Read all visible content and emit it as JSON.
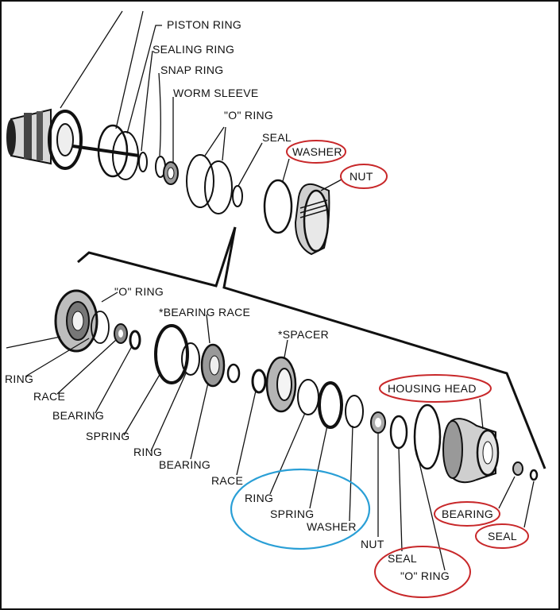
{
  "upper_labels": {
    "piston_ring": "PISTON RING",
    "sealing_ring": "SEALING RING",
    "snap_ring": "SNAP RING",
    "worm_sleeve": "WORM SLEEVE",
    "o_ring": "\"O\" RING",
    "seal": "SEAL",
    "washer": "WASHER",
    "nut": "NUT"
  },
  "lower_labels": {
    "o_ring_top": "\"O\" RING",
    "bearing_race": "*BEARING RACE",
    "spacer": "*SPACER",
    "ring_1": "RING",
    "race_1": "RACE",
    "bearing_1": "BEARING",
    "spring_1": "SPRING",
    "ring_2": "RING",
    "bearing_2": "BEARING",
    "race_2": "RACE",
    "ring_3": "RING",
    "spring_2": "SPRING",
    "washer_2": "WASHER",
    "nut_2": "NUT",
    "seal_2": "SEAL",
    "o_ring_2": "\"O\" RING",
    "housing_head": "HOUSING HEAD",
    "bearing_3": "BEARING",
    "seal_3": "SEAL"
  },
  "colors": {
    "highlight_red": "#c8282a",
    "highlight_blue": "#2a9fd6",
    "ink": "#111111"
  }
}
